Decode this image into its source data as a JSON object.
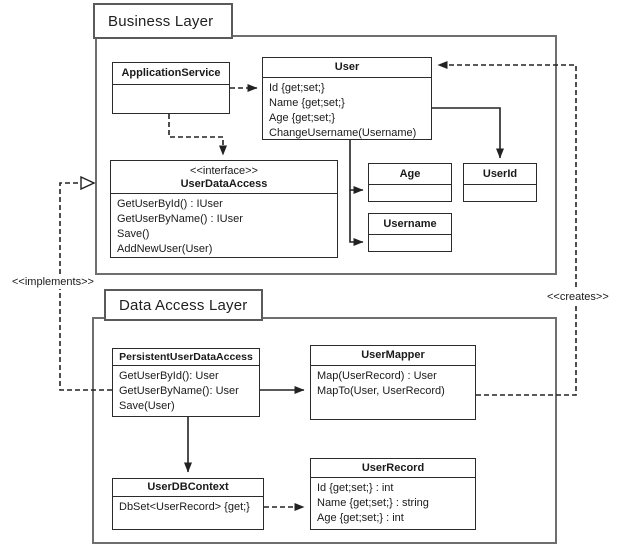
{
  "layers": {
    "business": {
      "title": "Business Layer"
    },
    "data_access": {
      "title": "Data Access Layer"
    }
  },
  "relationship_labels": {
    "implements": "<<implements>>",
    "creates": "<<creates>>"
  },
  "classes": {
    "application_service": {
      "name": "ApplicationService",
      "members": []
    },
    "user": {
      "name": "User",
      "members": [
        "Id {get;set;}",
        "Name {get;set;}",
        "Age {get;set;}",
        "ChangeUsername(Username)"
      ]
    },
    "user_data_access": {
      "stereotype": "<<interface>>",
      "name": "UserDataAccess",
      "members": [
        "GetUserById() : IUser",
        "GetUserByName() :  IUser",
        "Save()",
        "AddNewUser(User)"
      ]
    },
    "age": {
      "name": "Age",
      "members": []
    },
    "user_id": {
      "name": "UserId",
      "members": []
    },
    "username": {
      "name": "Username",
      "members": []
    },
    "persistent_user_data_access": {
      "name": "PersistentUserDataAccess",
      "members": [
        "GetUserById(): User",
        "GetUserByName(): User",
        "Save(User)"
      ]
    },
    "user_mapper": {
      "name": "UserMapper",
      "members": [
        "Map(UserRecord) : User",
        "MapTo(User, UserRecord)"
      ]
    },
    "user_db_context": {
      "name": "UserDBContext",
      "members": [
        "DbSet<UserRecord> {get;}"
      ]
    },
    "user_record": {
      "name": "UserRecord",
      "members": [
        "Id {get;set;} : int",
        "Name {get;set;} : string",
        "Age {get;set;} : int"
      ]
    }
  },
  "colors": {
    "class_border": "#2b2b2b",
    "container_border": "#6e6e6e",
    "line": "#222222",
    "background": "#ffffff"
  }
}
